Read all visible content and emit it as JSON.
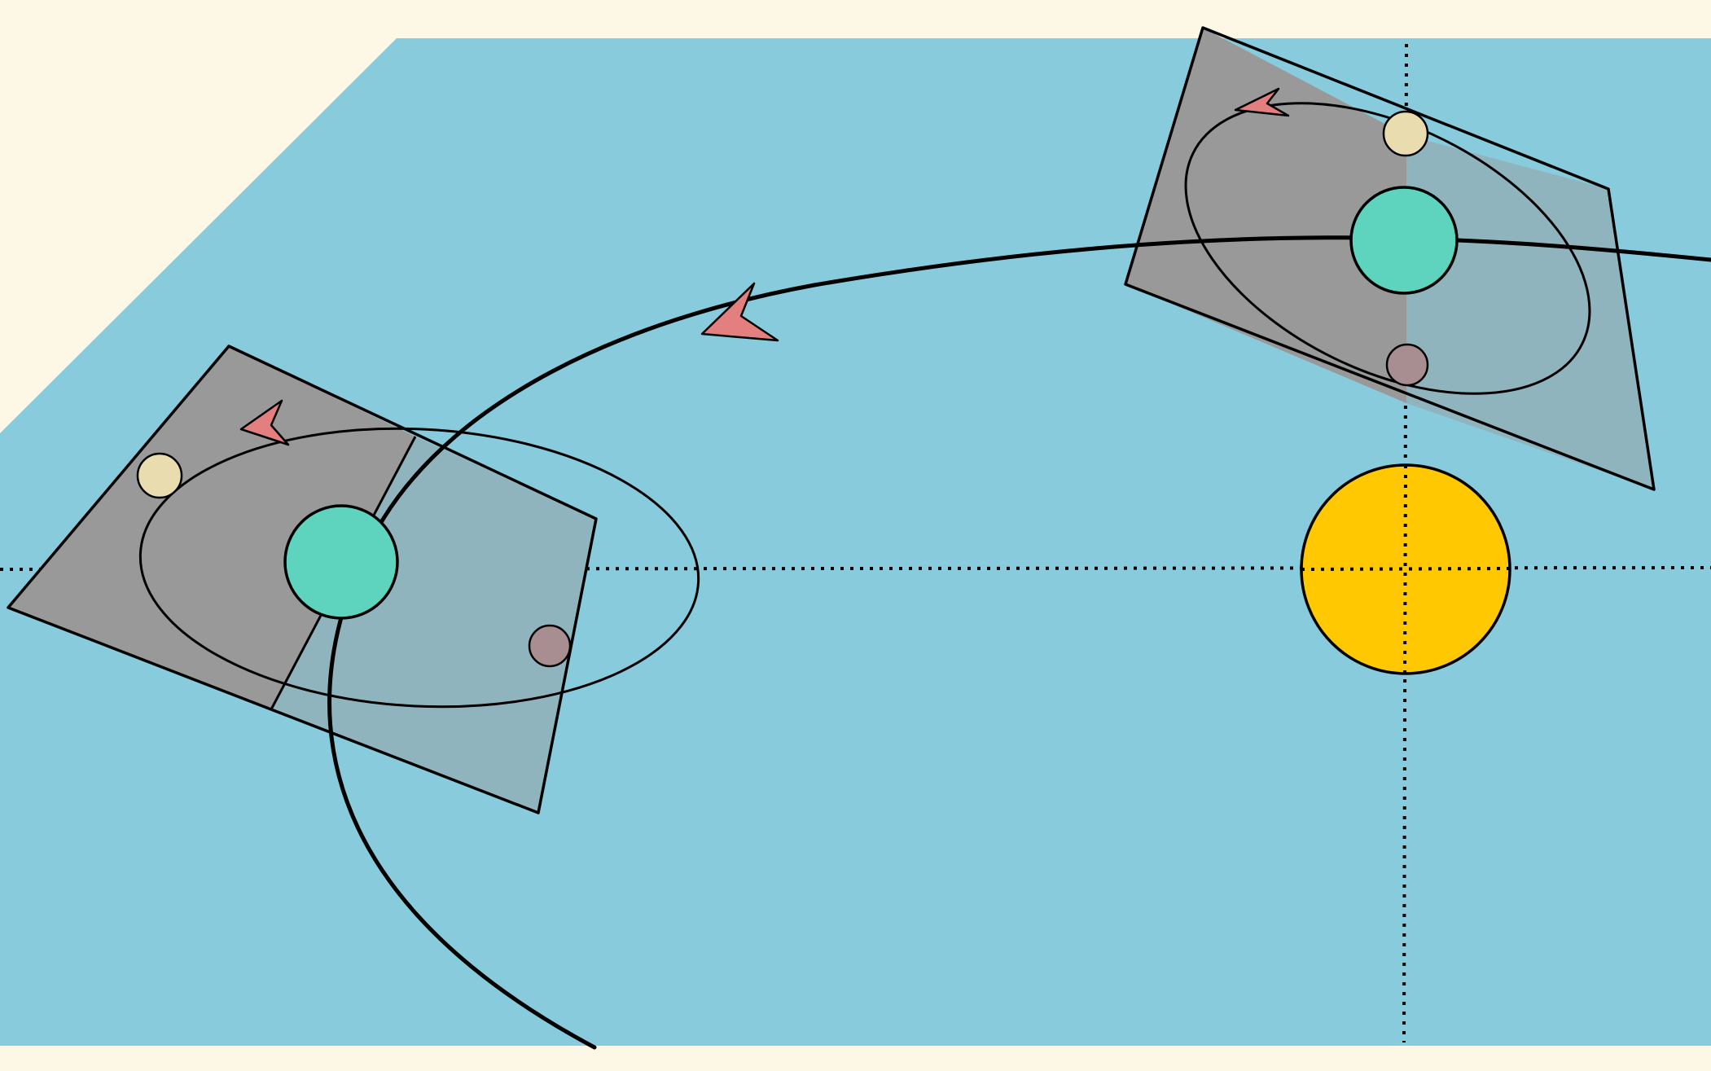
{
  "colors": {
    "page_background": "#fdf8e6",
    "ecliptic_plane": "#87cbdd",
    "orbital_plane": "#999999",
    "orbital_plane_lower": "#90b4bd",
    "sun": "#ffc800",
    "planet": "#5ed4bf",
    "moon_light": "#e9dcae",
    "moon_dark": "#a88d91",
    "direction_arrow": "#e37f7f",
    "stroke": "#000000"
  },
  "elements": {
    "sun": "sun",
    "planet_positions": 2,
    "moons_per_planet": 2,
    "reference_lines": "dotted-crosshair",
    "direction_arrows": [
      "planet-orbit-arrow",
      "moon-orbit-arrow-left",
      "moon-orbit-arrow-right"
    ]
  }
}
